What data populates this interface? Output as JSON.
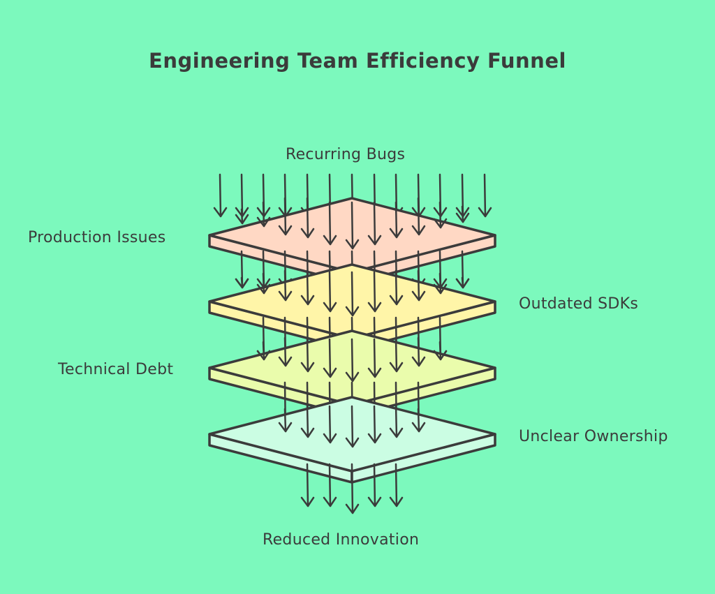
{
  "title": "Engineering Team Efficiency Funnel",
  "top_label": "Recurring Bugs",
  "bottom_label": "Reduced Innovation",
  "layers": [
    {
      "label": "Production Issues",
      "color": "#ffd8c4",
      "side": "left"
    },
    {
      "label": "Outdated SDKs",
      "color": "#fff5a8",
      "side": "right"
    },
    {
      "label": "Technical Debt",
      "color": "#eafcac",
      "side": "left"
    },
    {
      "label": "Unclear Ownership",
      "color": "#cbfde3",
      "side": "right"
    }
  ],
  "colors": {
    "background": "#7cf9bd",
    "ink": "#3b3b3b"
  }
}
